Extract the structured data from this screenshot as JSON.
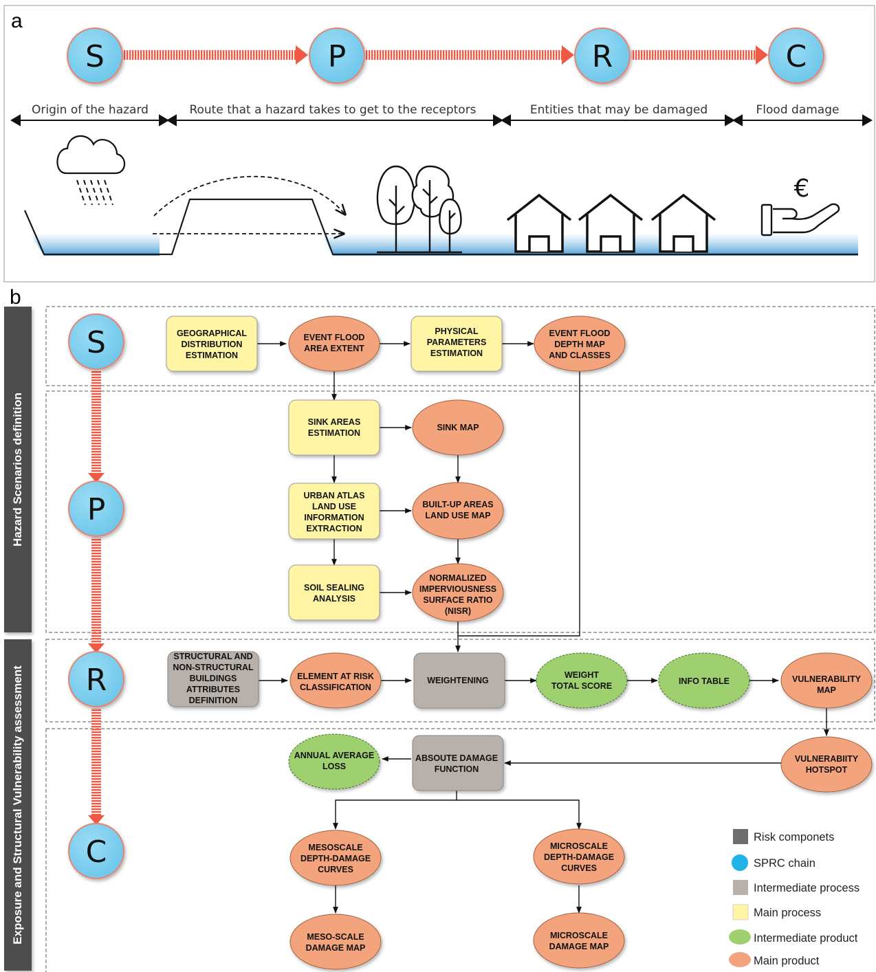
{
  "panel_a": {
    "label": "a",
    "sprc": [
      "S",
      "P",
      "R",
      "C"
    ],
    "stages": [
      "Origin of the hazard",
      "Route that a hazard takes to get to the receptors",
      "Entities that may be damaged",
      "Flood damage"
    ],
    "currency_symbol": "€"
  },
  "panel_b": {
    "label": "b",
    "side_labels": {
      "hazard": "Hazard Scenarios definition",
      "exposure": "Exposure and Structural Vulnerability assessment"
    },
    "sprc": [
      "S",
      "P",
      "R",
      "C"
    ],
    "nodes": {
      "geo": [
        "GEOGRAPHICAL",
        "DISTRIBUTION",
        "ESTIMATION"
      ],
      "eventArea": [
        "EVENT FLOOD",
        "AREA EXTENT"
      ],
      "phys": [
        "PHYSICAL",
        "PARAMETERS",
        "ESTIMATION"
      ],
      "eventDepth": [
        "EVENT FLOOD",
        "DEPTH MAP",
        "AND CLASSES"
      ],
      "sinkEst": [
        "SINK AREAS",
        "ESTIMATION"
      ],
      "sinkMap": [
        "SINK MAP"
      ],
      "urban": [
        "URBAN ATLAS",
        "LAND USE",
        "INFORMATION",
        "EXTRACTION"
      ],
      "builtup": [
        "BUILT-UP AREAS",
        "LAND USE MAP"
      ],
      "soil": [
        "SOIL SEALING",
        "ANALYSIS"
      ],
      "nisr": [
        "NORMALIZED",
        "IMPERVIOUSNESS",
        "SURFACE RATIO",
        "(NISR)"
      ],
      "struct": [
        "STRUCTURAL AND",
        "NON-STRUCTURAL",
        "BUILDINGS",
        "ATTRIBUTES",
        "DEFINITION"
      ],
      "elem": [
        "ELEMENT AT RISK",
        "CLASSIFICATION"
      ],
      "weight": [
        "WEIGHTENING"
      ],
      "wts": [
        "WEIGHT",
        "TOTAL SCORE"
      ],
      "info": [
        "INFO TABLE"
      ],
      "vmap": [
        "VULNERABILITY",
        "MAP"
      ],
      "vhot": [
        "VULNERABIITY",
        "HOTSPOT"
      ],
      "adf": [
        "ABSOUTE DAMAGE",
        "FUNCTION"
      ],
      "aal": [
        "ANNUAL AVERAGE",
        "LOSS"
      ],
      "meso": [
        "MESOSCALE",
        "DEPTH-DAMAGE",
        "CURVES"
      ],
      "micro": [
        "MICROSCALE",
        "DEPTH-DAMAGE",
        "CURVES"
      ],
      "mesoMap": [
        "MESO-SCALE",
        "DAMAGE MAP"
      ],
      "microMap": [
        "MICROSCALE",
        "DAMAGE MAP"
      ]
    },
    "legend": [
      {
        "text": "Risk componets",
        "color": "#6e6e6e"
      },
      {
        "text": "SPRC chain",
        "color": "#1fb3e8"
      },
      {
        "text": "Intermediate process",
        "color": "#b8b0aa"
      },
      {
        "text": "Main process",
        "color": "#fff5a5"
      },
      {
        "text": "Intermediate product",
        "color": "#9ed070"
      },
      {
        "text": "Main product",
        "color": "#f4a47c"
      }
    ]
  },
  "colors": {
    "sprc_fill": "#7fd0ef",
    "sprc_stroke": "#e8836f",
    "arrow": "#ef5a47",
    "main_process": "#fff5a5",
    "main_product": "#f4a47c",
    "intermediate_process": "#b8b0aa",
    "intermediate_product": "#9ed070",
    "side_bar": "#4d4d4d",
    "water": "#5aa5d8"
  }
}
